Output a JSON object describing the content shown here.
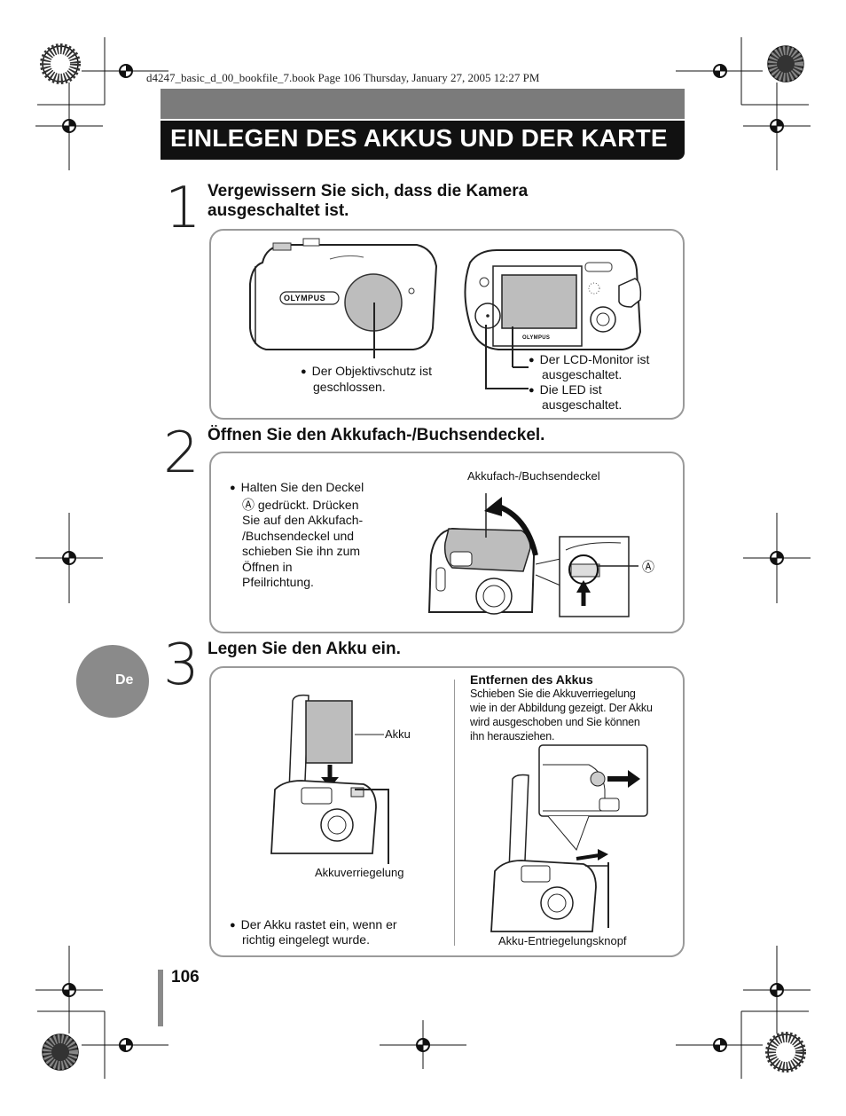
{
  "header": {
    "book_line": "d4247_basic_d_00_bookfile_7.book  Page 106  Thursday, January 27, 2005  12:27 PM"
  },
  "title": "EINLEGEN DES AKKUS UND DER KARTE",
  "steps": [
    {
      "number": "1",
      "heading_line1": "Vergewissern Sie sich, dass die Kamera",
      "heading_line2": "ausgeschaltet ist.",
      "brand": "OLYMPUS",
      "notes": {
        "lens_line1": "Der Objektivschutz ist",
        "lens_line2": "geschlossen.",
        "lcd_line1": "Der LCD-Monitor ist",
        "lcd_line2": "ausgeschaltet.",
        "led_line1": "Die LED ist",
        "led_line2": "ausgeschaltet."
      }
    },
    {
      "number": "2",
      "heading": "Öffnen Sie den Akkufach-/Buchsendeckel.",
      "instruction_lines": [
        "Halten Sie den Deckel",
        "Ⓐ gedrückt. Drücken",
        "Sie auf den Akkufach-",
        "/Buchsendeckel und",
        "schieben Sie ihn zum",
        "Öffnen in",
        "Pfeilrichtung."
      ],
      "cover_label": "Akkufach-/Buchsendeckel",
      "callout_a": "Ⓐ"
    },
    {
      "number": "3",
      "heading": "Legen Sie den Akku ein.",
      "akku_label": "Akku",
      "lock_label": "Akkuverriegelung",
      "note_line1": "Der Akku rastet ein, wenn er",
      "note_line2": "richtig eingelegt wurde.",
      "removal": {
        "title": "Entfernen des Akkus",
        "lines": [
          "Schieben Sie die Akkuverriegelung",
          "wie in der Abbildung gezeigt. Der Akku",
          "wird ausgeschoben und Sie können",
          "ihn herausziehen."
        ],
        "button_label": "Akku-Entriegelungsknopf"
      }
    }
  ],
  "sidebar_tab": "De",
  "page_number": "106"
}
